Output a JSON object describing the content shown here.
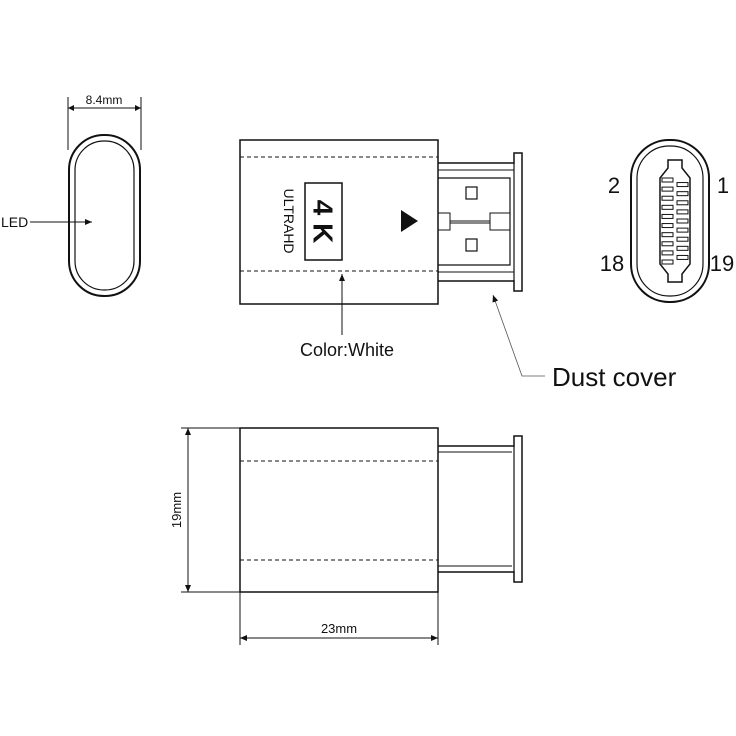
{
  "labels": {
    "width_dim": "8.4mm",
    "led": "LED",
    "badge_4k": "4 K",
    "ultrahd": "ULTRAHD",
    "color": "Color:White",
    "dust_cover": "Dust cover",
    "pin_2": "2",
    "pin_1": "1",
    "pin_18": "18",
    "pin_19": "19",
    "height_dim": "19mm",
    "length_dim": "23mm"
  },
  "colors": {
    "line": "#111111",
    "background": "#ffffff"
  }
}
